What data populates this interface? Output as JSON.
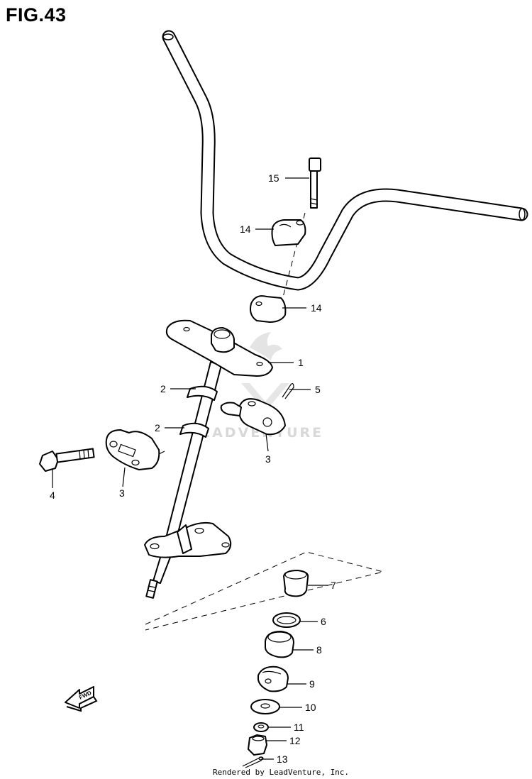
{
  "figure": {
    "title": "FIG.43"
  },
  "watermark": "LEADVENTURE",
  "credit": "Rendered by LeadVenture, Inc.",
  "arrow_label": "FWD",
  "callouts": [
    {
      "id": "15",
      "part": "handlebar-holder-bolt"
    },
    {
      "id": "14",
      "part": "handlebar-holder-upper"
    },
    {
      "id": "14",
      "part": "handlebar-holder-lower"
    },
    {
      "id": "1",
      "part": "upper-bracket"
    },
    {
      "id": "2",
      "part": "steering-shaft-upper-seal"
    },
    {
      "id": "2",
      "part": "steering-shaft-lower-seal"
    },
    {
      "id": "5",
      "part": "cotter-pin"
    },
    {
      "id": "3",
      "part": "shaft-holder-right"
    },
    {
      "id": "3",
      "part": "shaft-holder-left"
    },
    {
      "id": "4",
      "part": "holder-bolt"
    },
    {
      "id": "7",
      "part": "bushing"
    },
    {
      "id": "6",
      "part": "o-ring"
    },
    {
      "id": "8",
      "part": "lower-bushing"
    },
    {
      "id": "9",
      "part": "dust-seal"
    },
    {
      "id": "10",
      "part": "washer"
    },
    {
      "id": "11",
      "part": "washer-small"
    },
    {
      "id": "12",
      "part": "nut"
    },
    {
      "id": "13",
      "part": "cotter-pin-lower"
    }
  ]
}
